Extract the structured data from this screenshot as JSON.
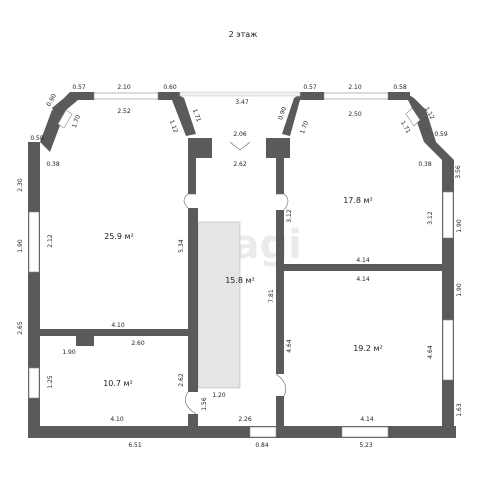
{
  "floor_title": "2 этаж",
  "watermark": "etagi",
  "colors": {
    "wall": "#5a5a5a",
    "stair": "#e5e5e5",
    "glass": "#cccccc"
  },
  "rooms": {
    "room_a": "25.9 м²",
    "room_b": "17.8 м²",
    "hall": "15.8 м²",
    "room_c": "19.2 м²",
    "room_d": "10.7 м²"
  },
  "dims": {
    "top_left_057": "0.57",
    "top_left_210": "2.10",
    "top_left_060": "0.60",
    "top_center_347": "3.47",
    "top_right_057": "0.57",
    "top_right_210": "2.10",
    "top_right_058": "0.58",
    "left_bay_090": "0.90",
    "left_bay_170": "1.70",
    "left_bay_252": "2.52",
    "left_bay_112": "1.12",
    "left_bay_171": "1.71",
    "right_bay_090": "0.90",
    "right_bay_170": "1.70",
    "right_bay_250": "2.50",
    "right_bay_171": "1.71",
    "right_bay_112": "1.12",
    "corridor_206": "2.06",
    "corridor_262": "2.62",
    "left_058": "0.58",
    "left_038": "0.38",
    "right_059": "0.59",
    "right_038": "0.38",
    "right_356": "3.56",
    "left_230": "2.30",
    "left_190": "1.90",
    "left_212": "2.12",
    "left_265": "2.65",
    "left_125": "1.25",
    "hall_534": "5.34",
    "hall_781": "7.81",
    "hall_312": "3.12",
    "right_312": "3.12",
    "right_190_a": "1.90",
    "right_414_a": "4.14",
    "right_414_b": "4.14",
    "right_190_b": "1.90",
    "right_464_a": "4.64",
    "right_464_b": "4.64",
    "right_163": "1.63",
    "mid_410_a": "4.10",
    "mid_190": "1.90",
    "mid_260": "2.60",
    "mid_262": "2.62",
    "stair_120": "1.20",
    "stair_156": "1.56",
    "bottom_410": "4.10",
    "bottom_226": "2.26",
    "bottom_414": "4.14",
    "bottom_651": "6.51",
    "bottom_084": "0.84",
    "bottom_523": "5.23"
  }
}
